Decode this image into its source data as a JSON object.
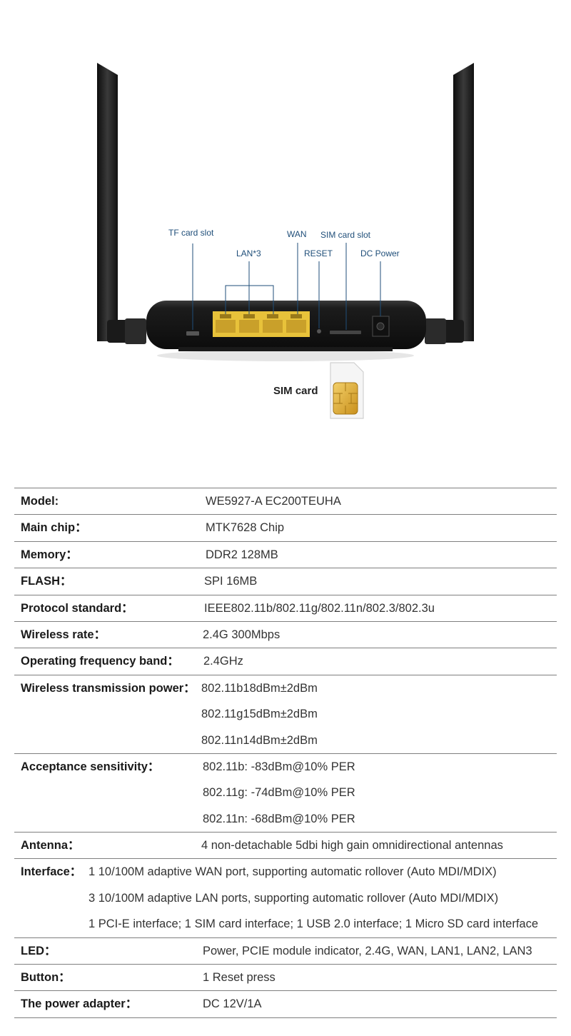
{
  "callouts": {
    "tf_card_slot": "TF card slot",
    "lan3": "LAN*3",
    "wan": "WAN",
    "reset": "RESET",
    "sim_card_slot": "SIM card slot",
    "dc_power": "DC Power"
  },
  "sim_card_label": "SIM card",
  "specs": [
    {
      "key": "Model:",
      "values": [
        "WE5927-A EC200TEUHA"
      ]
    },
    {
      "key": "Main chip：",
      "values": [
        "MTK7628 Chip"
      ]
    },
    {
      "key": "Memory：",
      "values": [
        "DDR2 128MB"
      ]
    },
    {
      "key": "FLASH：",
      "values": [
        "SPI 16MB"
      ]
    },
    {
      "key": "Protocol standard：",
      "values": [
        "IEEE802.11b/802.11g/802.11n/802.3/802.3u"
      ]
    },
    {
      "key": "Wireless rate：",
      "values": [
        "2.4G 300Mbps"
      ]
    },
    {
      "key": "Operating frequency band：",
      "values": [
        "2.4GHz"
      ]
    },
    {
      "key": "Wireless transmission power：",
      "values": [
        "802.11b18dBm±2dBm",
        "802.11g15dBm±2dBm",
        "802.11n14dBm±2dBm"
      ]
    },
    {
      "key": "Acceptance sensitivity：",
      "values": [
        "802.11b: -83dBm@10% PER",
        "802.11g: -74dBm@10% PER",
        "802.11n: -68dBm@10% PER"
      ]
    },
    {
      "key": "Antenna：",
      "values": [
        "4 non-detachable 5dbi high gain omnidirectional antennas"
      ]
    },
    {
      "key": "Interface：",
      "values": [
        "1 10/100M adaptive WAN port, supporting automatic rollover (Auto MDI/MDIX)",
        "3 10/100M adaptive LAN ports, supporting automatic rollover (Auto MDI/MDIX)",
        "1 PCI-E interface; 1 SIM card interface; 1 USB 2.0 interface; 1 Micro SD card interface"
      ]
    },
    {
      "key": "LED：",
      "values": [
        "Power, PCIE module indicator, 2.4G, WAN, LAN1, LAN2, LAN3"
      ]
    },
    {
      "key": "Button：",
      "values": [
        "1 Reset press"
      ]
    },
    {
      "key": "The power adapter：",
      "values": [
        "DC 12V/1A"
      ]
    }
  ]
}
